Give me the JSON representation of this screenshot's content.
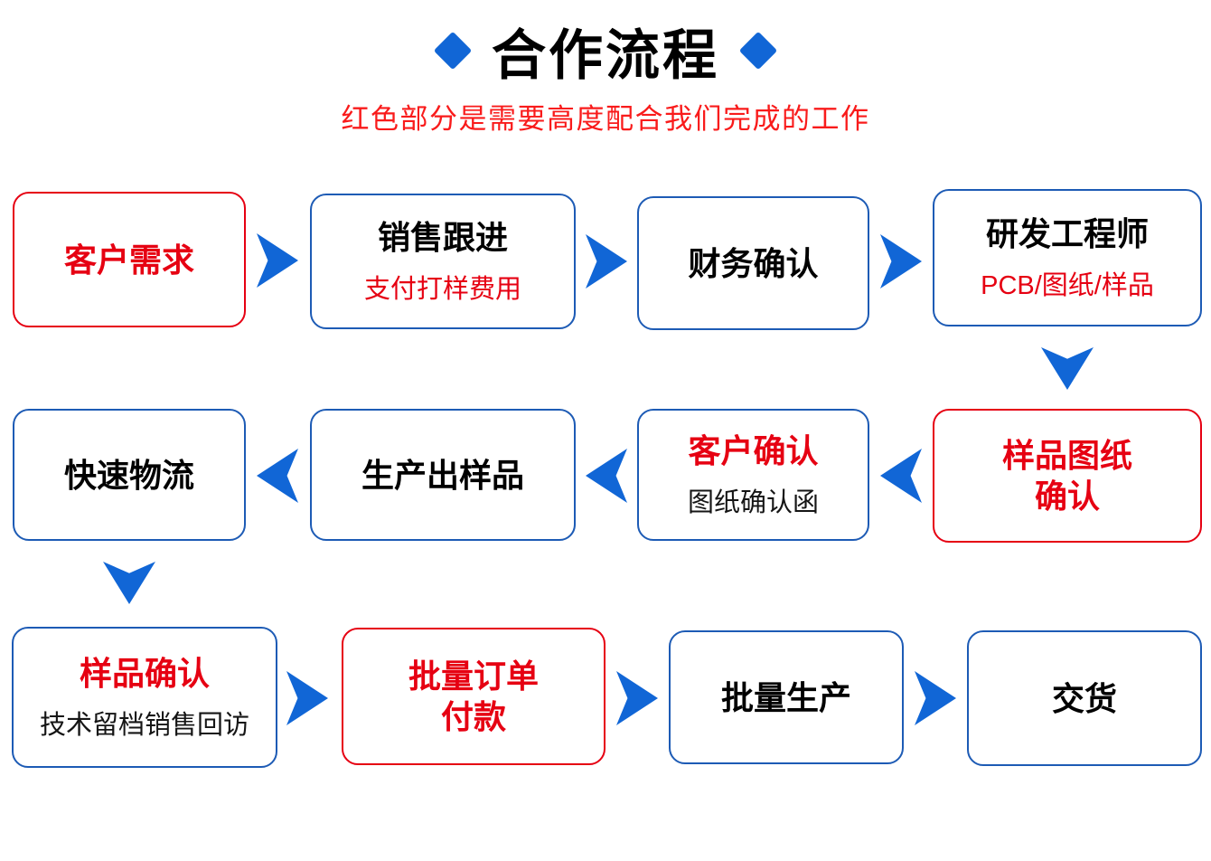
{
  "colors": {
    "blue": "#1166d6",
    "borderBlue": "#1d5bb5",
    "red": "#e60012",
    "subtitleRed": "#f91b1b"
  },
  "header": {
    "title": "合作流程",
    "subtitle": "红色部分是需要高度配合我们完成的工作",
    "diamond_icon": "blue-diamond"
  },
  "nodes": [
    {
      "title": "客户需求",
      "subtitle": ""
    },
    {
      "title": "销售跟进",
      "subtitle": "支付打样费用"
    },
    {
      "title": "财务确认",
      "subtitle": ""
    },
    {
      "title": "研发工程师",
      "subtitle": "PCB/图纸/样品"
    },
    {
      "title": "样品图纸\n确认",
      "subtitle": ""
    },
    {
      "title": "客户确认",
      "subtitle": "图纸确认函"
    },
    {
      "title": "生产出样品",
      "subtitle": ""
    },
    {
      "title": "快速物流",
      "subtitle": ""
    },
    {
      "title": "样品确认",
      "subtitle": "技术留档销售回访"
    },
    {
      "title": "批量订单\n付款",
      "subtitle": ""
    },
    {
      "title": "批量生产",
      "subtitle": ""
    },
    {
      "title": "交货",
      "subtitle": ""
    }
  ]
}
